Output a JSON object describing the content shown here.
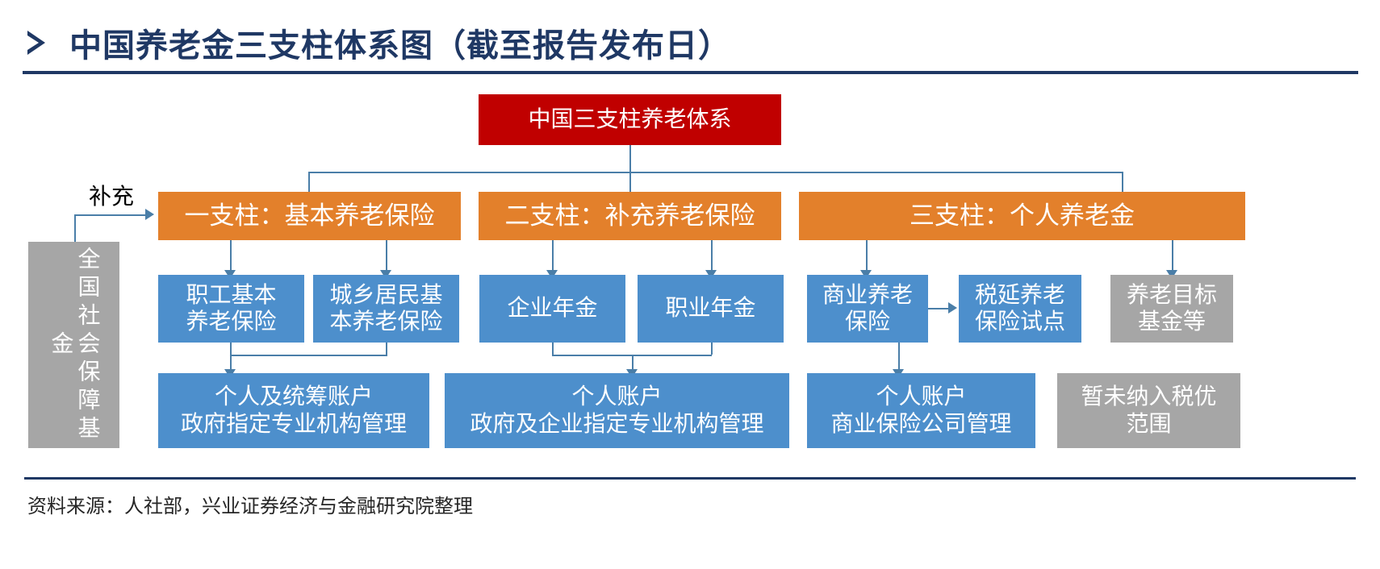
{
  "header": {
    "bullet_icon": "triangle-right-icon",
    "title": "中国养老金三支柱体系图（截至报告发布日）",
    "accent_color": "#1F3864"
  },
  "footer": {
    "source": "资料来源：人社部，兴业证券经济与金融研究院整理"
  },
  "diagram": {
    "type": "hierarchy-flowchart",
    "colors": {
      "root": "#C00000",
      "pillar": "#E3802B",
      "node": "#4D8FCC",
      "muted": "#A6A6A6",
      "connector": "#4A7EA8"
    },
    "root": {
      "label": "中国三支柱养老体系"
    },
    "supplement_label": "补充",
    "national_fund": {
      "label": "全国社会保障基金"
    },
    "pillars": [
      {
        "label": "一支柱：基本养老保险"
      },
      {
        "label": "二支柱：补充养老保险"
      },
      {
        "label": "三支柱：个人养老金"
      }
    ],
    "nodes": [
      {
        "label": "职工基本\n养老保险"
      },
      {
        "label": "城乡居民基\n本养老保险"
      },
      {
        "label": "企业年金"
      },
      {
        "label": "职业年金"
      },
      {
        "label": "商业养老\n保险"
      },
      {
        "label": "税延养老\n保险试点"
      },
      {
        "label": "养老目标\n基金等"
      }
    ],
    "accounts": [
      {
        "label": "个人及统筹账户\n政府指定专业机构管理"
      },
      {
        "label": "个人账户\n政府及企业指定专业机构管理"
      },
      {
        "label": "个人账户\n商业保险公司管理"
      },
      {
        "label": "暂未纳入税优\n范围"
      }
    ]
  }
}
